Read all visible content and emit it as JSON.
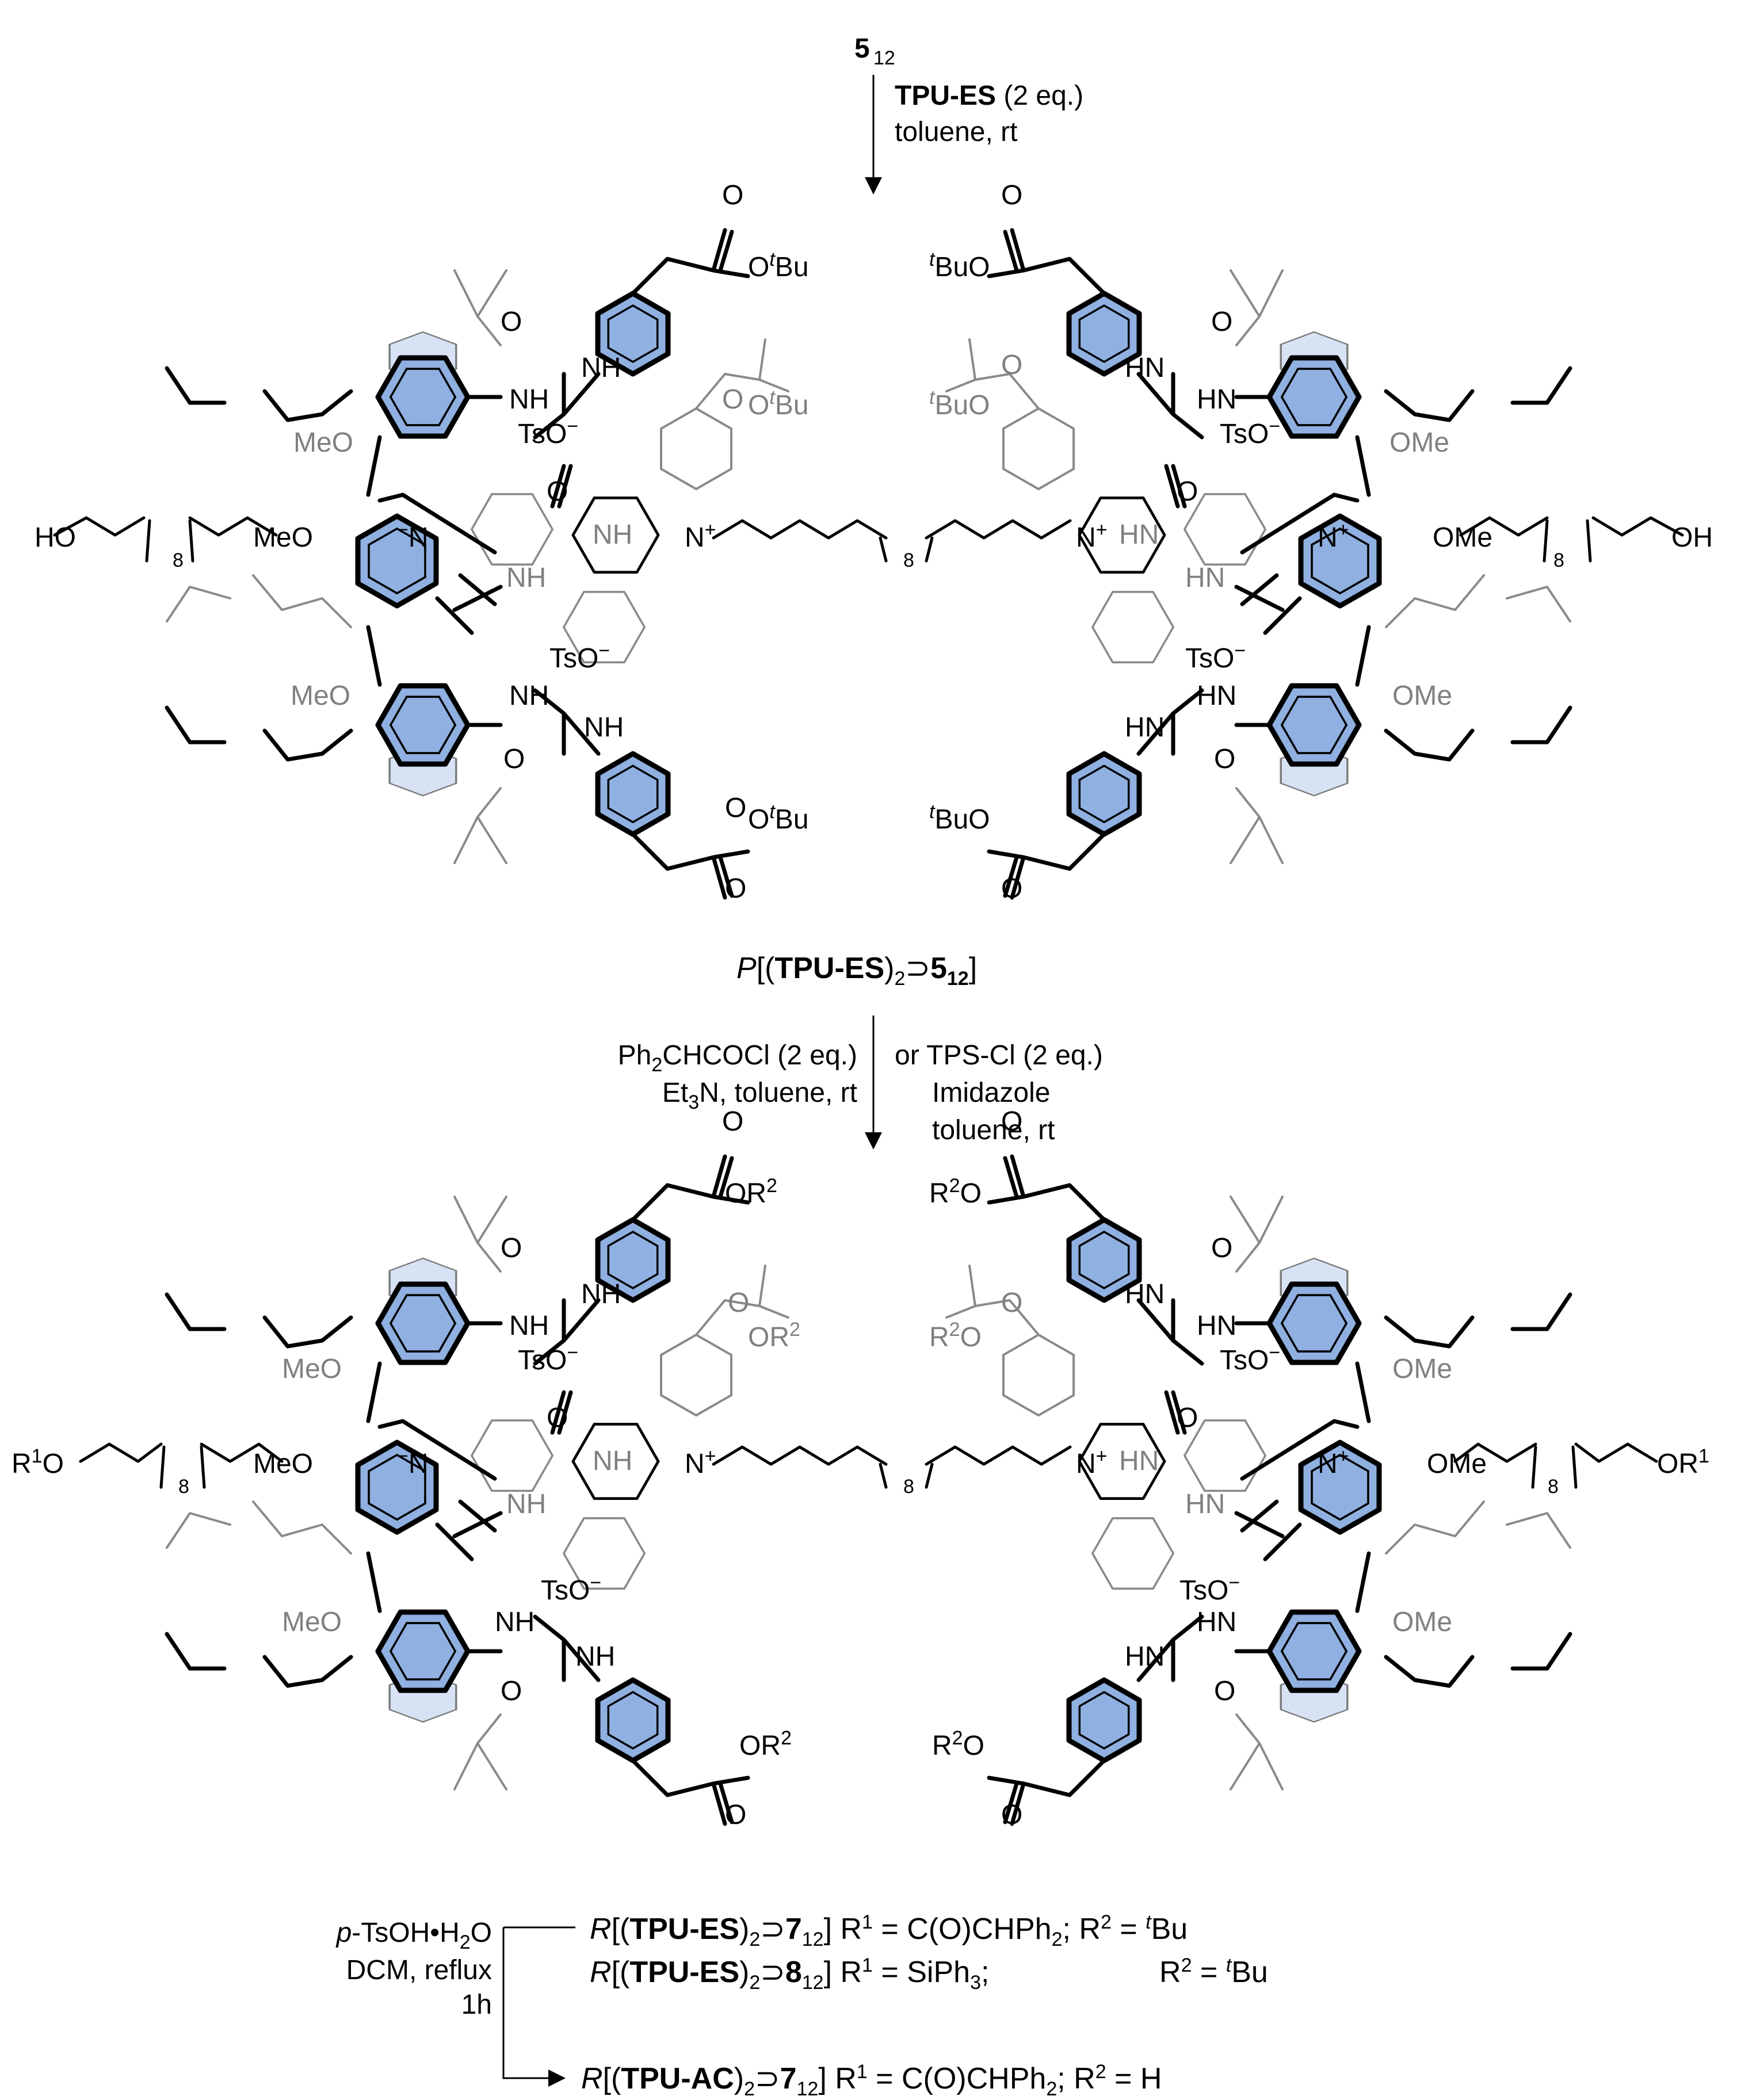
{
  "step1": {
    "reactant": "5",
    "reactant_sub": "12",
    "reagent_bold": "TPU-ES",
    "reagent_rest": " (2 eq.)",
    "conditions": "toluene, rt"
  },
  "labels": {
    "OtBu_O": "O",
    "OtBu_t": "t",
    "OtBu_Bu": "Bu",
    "tBuO_t": "t",
    "tBuO_BuO": "BuO",
    "O": "O",
    "NH": "NH",
    "HN": "HN",
    "TsO": "TsO",
    "minus": "−",
    "plus": "+",
    "MeO": "MeO",
    "OMe": "OMe",
    "HO": "HO",
    "OH": "OH",
    "N": "N",
    "eight": "8",
    "OR": "OR",
    "sup2": "2",
    "R": "R",
    "sup1": "1"
  },
  "intermediate": {
    "prefix": "P",
    "bracket_open": "[(",
    "bold": "TPU-ES",
    "close": ")",
    "sub2": "2",
    "supset": "⊃",
    "five": "5",
    "twelve": "12",
    "bracket_close": "]"
  },
  "step2": {
    "left_line1_a": "Ph",
    "left_line1_sub": "2",
    "left_line1_b": "CHCOCl (2 eq.)",
    "left_line2_a": "Et",
    "left_line2_sub": "3",
    "left_line2_b": "N, toluene, rt",
    "right_line1": "or TPS-Cl (2 eq.)",
    "right_line2": "Imidazole",
    "right_line3": "toluene, rt"
  },
  "products": {
    "line1": {
      "prefix": "R",
      "bold": "TPU-ES",
      "num": "7",
      "r1": "C(O)CHPh",
      "r1_sub": "2",
      "r2": "t",
      "r2b": "Bu"
    },
    "line2": {
      "prefix": "R",
      "bold": "TPU-ES",
      "num": "8",
      "r1": "SiPh",
      "r1_sub": "3",
      "r2": "t",
      "r2b": "Bu"
    },
    "line3": {
      "prefix": "R",
      "bold": "TPU-AC",
      "num": "7",
      "r1": "C(O)CHPh",
      "r1_sub": "2",
      "r2": "H"
    }
  },
  "step3": {
    "reagent_a": "p",
    "reagent_b": "-TsOH",
    "reagent_c": "•H",
    "reagent_sub": "2",
    "reagent_d": "O",
    "line2": "DCM, reflux",
    "line3": "1h"
  },
  "colors": {
    "ring_blue": "#8fb0e0",
    "ring_light_blue": "#d7e3f5",
    "grey": "#808080"
  }
}
